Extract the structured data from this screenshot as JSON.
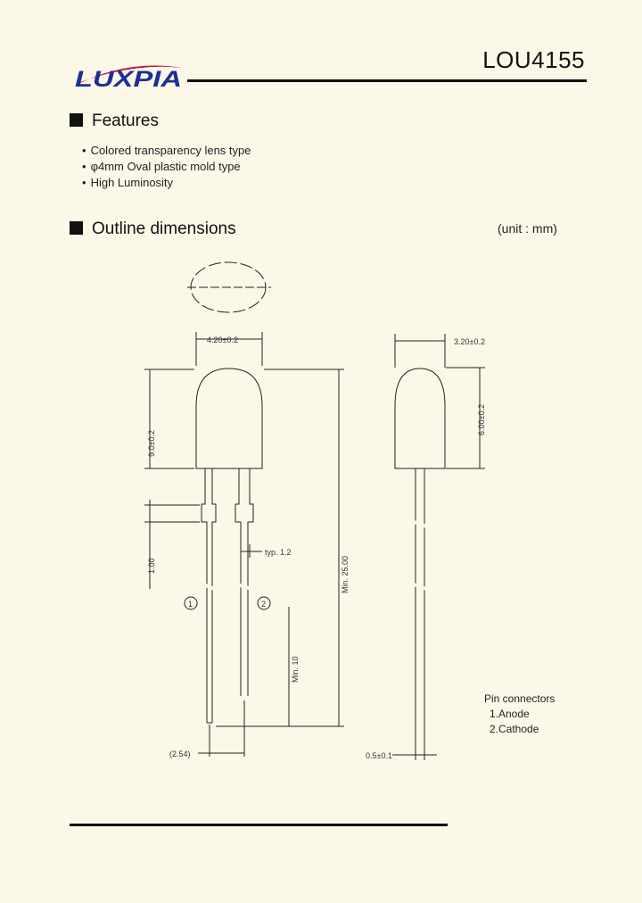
{
  "header": {
    "brand": "LUXPIA",
    "part_number": "LOU4155",
    "brand_colors": {
      "text": "#1d2f96",
      "swoosh": "#c8102e"
    }
  },
  "features": {
    "title": "Features",
    "items": [
      "Colored transparency lens type",
      "φ4mm Oval plastic mold type",
      "High Luminosity"
    ]
  },
  "outline": {
    "title": "Outline dimensions",
    "unit": "(unit : mm)"
  },
  "dimensions": {
    "width": "4.20±0.2",
    "thickness": "3.20±0.2",
    "body_height": "6.00±0.2",
    "front_height": "9.0±0.2",
    "lead_length": "Min. 25.00",
    "spacing": "1.00",
    "typ": "typ. 1.2",
    "min10": "Min. 10",
    "pitch": "(2.54)",
    "lead_width": "0.5±0.1",
    "pin1": "1",
    "pin2": "2"
  },
  "pin_connectors": {
    "title": "Pin connectors",
    "items": [
      "1.Anode",
      "2.Cathode"
    ]
  }
}
